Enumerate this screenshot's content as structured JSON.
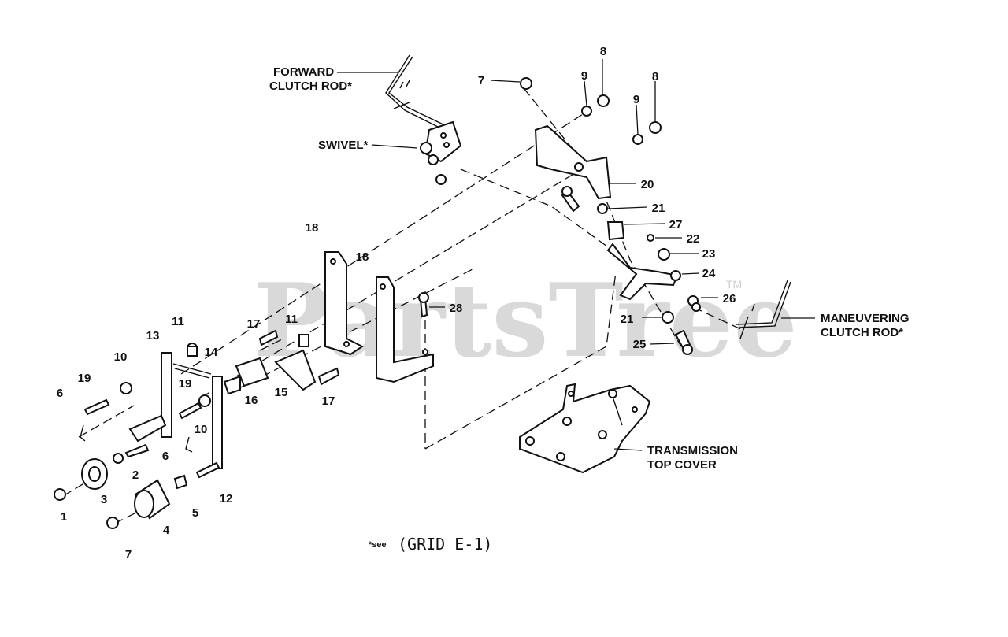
{
  "watermark": {
    "text": "PartsTree",
    "trademark": "TM"
  },
  "callouts": {
    "c1": "1",
    "c2": "2",
    "c3": "3",
    "c4": "4",
    "c5": "5",
    "c6a": "6",
    "c6b": "6",
    "c7a": "7",
    "c7b": "7",
    "c8a": "8",
    "c8b": "8",
    "c9a": "9",
    "c9b": "9",
    "c10a": "10",
    "c10b": "10",
    "c11a": "11",
    "c11b": "11",
    "c12": "12",
    "c13": "13",
    "c14": "14",
    "c15": "15",
    "c16": "16",
    "c17a": "17",
    "c17b": "17",
    "c18a": "18",
    "c18b": "18",
    "c19a": "19",
    "c19b": "19",
    "c20": "20",
    "c21a": "21",
    "c21b": "21",
    "c22": "22",
    "c23": "23",
    "c24": "24",
    "c25": "25",
    "c26": "26",
    "c27": "27",
    "c28": "28"
  },
  "captions": {
    "forward_clutch_rod": [
      "FORWARD",
      "CLUTCH ROD*"
    ],
    "swivel": "SWIVEL*",
    "maneuvering_clutch_rod": [
      "MANEUVERING",
      "CLUTCH ROD*"
    ],
    "transmission_top_cover": [
      "TRANSMISSION",
      "TOP COVER"
    ]
  },
  "footnote": {
    "prefix": "*see",
    "text": "(GRID E-1)"
  }
}
